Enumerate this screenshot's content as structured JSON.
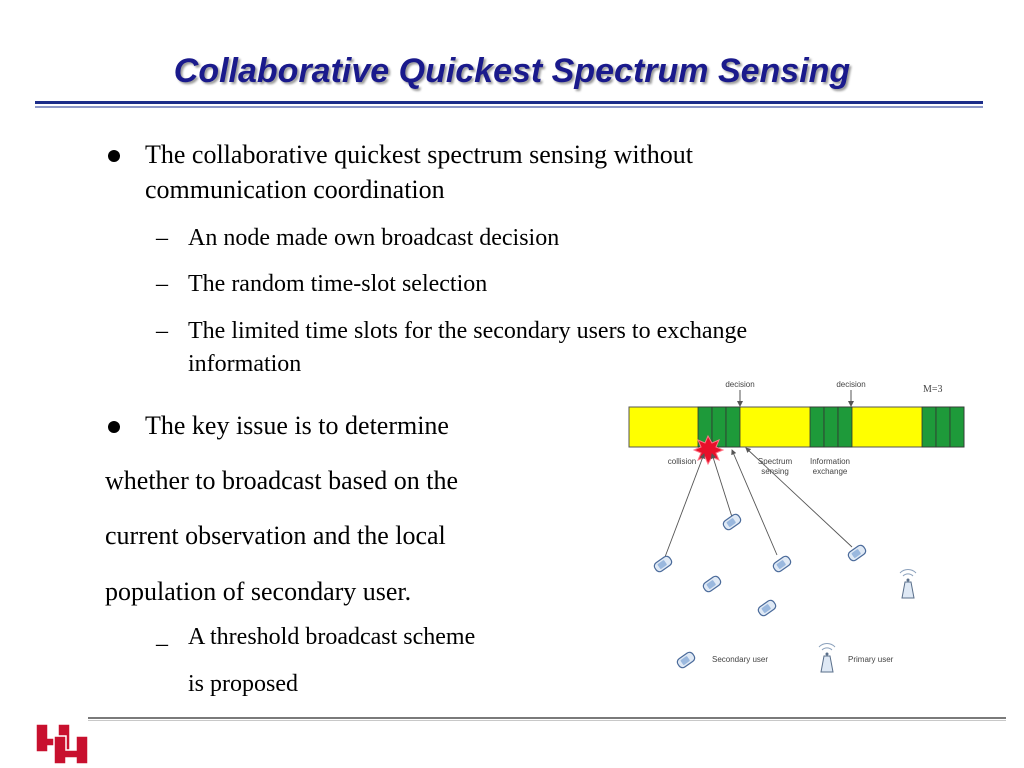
{
  "slide": {
    "title": "Collaborative Quickest Spectrum Sensing",
    "bullet1": {
      "line1": "The collaborative quickest spectrum sensing without",
      "line2": "communication coordination",
      "subs": [
        {
          "line1": "An node made own broadcast decision"
        },
        {
          "line1": "The  random time-slot selection"
        },
        {
          "line1": "The limited time slots for the secondary users to exchange",
          "line2": "information"
        }
      ]
    },
    "bullet2": {
      "line1": "The key issue is to determine",
      "line2": "whether to broadcast based on the",
      "line3": "current observation  and  the local",
      "line4": "population of secondary user.",
      "sub": {
        "line1": "A threshold broadcast scheme",
        "line2": "is proposed"
      }
    }
  },
  "diagram": {
    "decision_label_1": "decision",
    "decision_label_2": "decision",
    "m_label": "M=3",
    "collision_label": "collision",
    "spectrum_label_1": "Spectrum",
    "spectrum_label_2": "sensing",
    "info_label_1": "Information",
    "info_label_2": "exchange",
    "legend_secondary": "Secondary user",
    "legend_primary": "Primary user",
    "colors": {
      "sensing": "#ffff00",
      "slot": "#1e9a3a",
      "collision": "#e8102a",
      "arrow": "#555555"
    }
  },
  "logo": {
    "alt": "UH",
    "color": "#c8102e",
    "icon": "university-logo-icon"
  }
}
